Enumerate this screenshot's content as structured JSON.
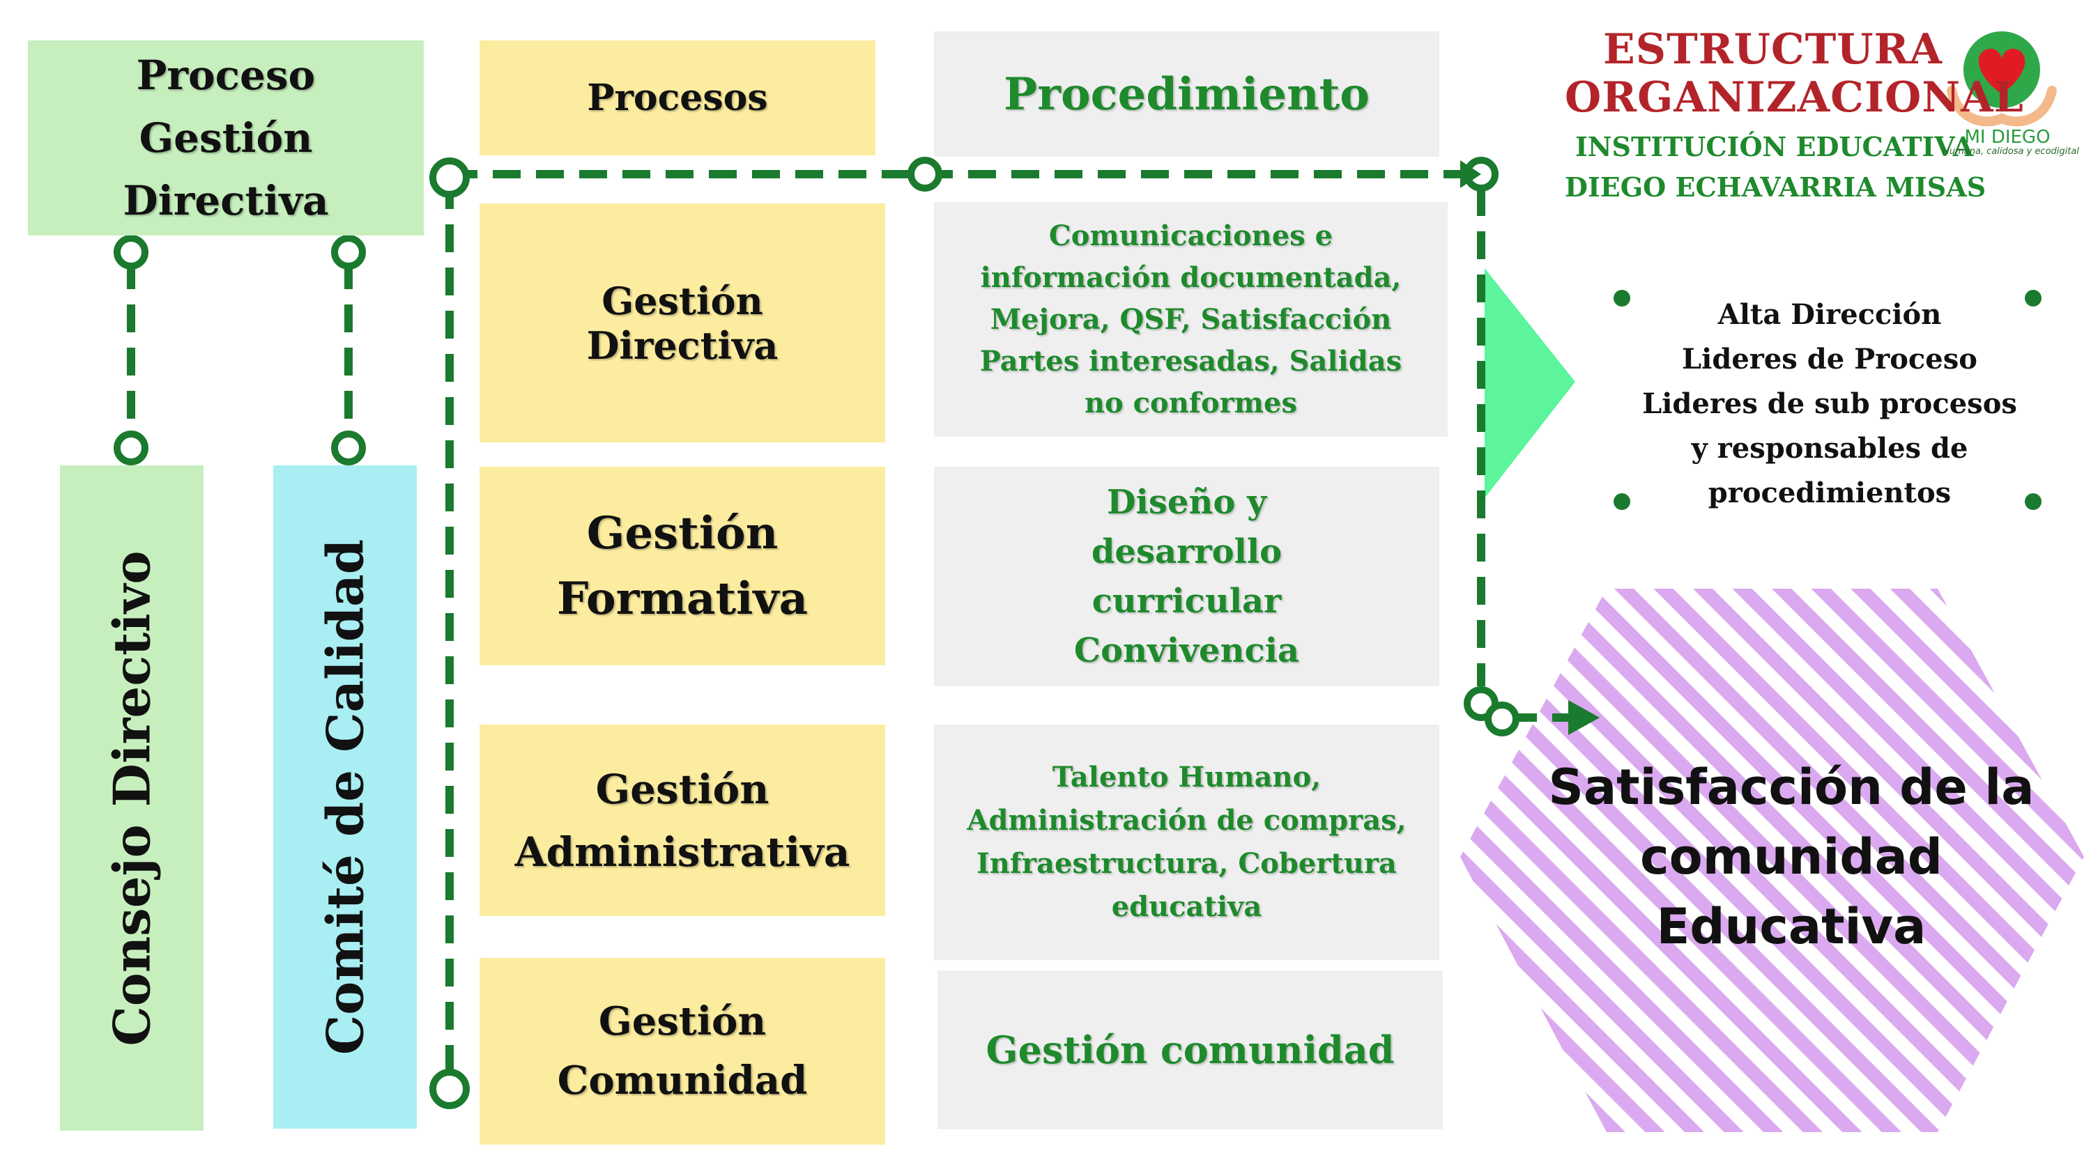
{
  "header": {
    "title_line1": "ESTRUCTURA",
    "title_line2": "ORGANIZACIONAL",
    "institution_line1": "INSTITUCIÓN EDUCATIVA",
    "institution_line2": "DIEGO ECHAVARRIA MISAS"
  },
  "logo": {
    "name": "MI DIEGO",
    "tagline": "Humana, calidosa y ecodigital",
    "icon": "heart-hands-icon"
  },
  "left": {
    "process_title": "Proceso Gestión Directiva",
    "council": "Consejo Directivo",
    "committee": "Comité de Calidad"
  },
  "columns": {
    "processes_header": "Procesos",
    "procedure_header": "Procedimiento"
  },
  "rows": [
    {
      "process": "Gestión Directiva",
      "procedure": "Comunicaciones e información documentada, Mejora, QSF, Satisfacción Partes interesadas, Salidas no conformes"
    },
    {
      "process": "Gestión Formativa",
      "procedure": "Diseño y desarrollo curricular Convivencia"
    },
    {
      "process": "Gestión Administrativa",
      "procedure": "Talento Humano, Administración de compras, Infraestructura, Cobertura educativa"
    },
    {
      "process": "Gestión Comunidad",
      "procedure": "Gestión comunidad"
    }
  ],
  "roles": {
    "line1": "Alta Dirección",
    "line2": "Lideres de Proceso",
    "line3": "Lideres de sub procesos",
    "line4": "y responsables de",
    "line5": "procedimientos"
  },
  "outcome": "Satisfacción de la comunidad Educativa",
  "colors": {
    "green_box": "#c6efbd",
    "yellow_box": "#fcec9f",
    "cyan_box": "#a8eef2",
    "grey_box": "#efefef",
    "connector": "#1a7a2e",
    "title_red": "#b3242a",
    "text_green": "#1e8a2c",
    "arrow_mint": "#5cf59c",
    "stripe_violet": "#dba9ef"
  }
}
